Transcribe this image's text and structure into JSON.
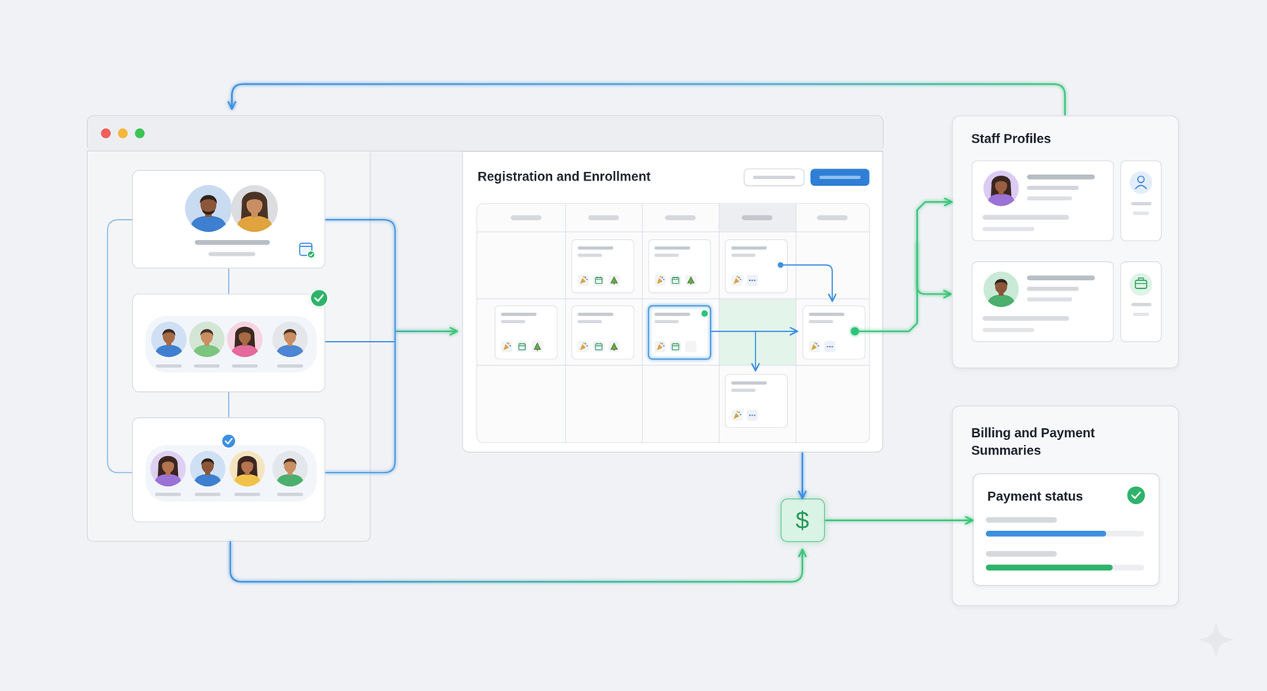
{
  "diagram": {
    "nodes": [
      {
        "text": [
          "Registration and Enrollment"
        ]
      },
      {
        "text": [
          "Staff Profiles"
        ]
      },
      {
        "text": [
          "Billing and Payment Summaries"
        ]
      },
      {
        "text": [
          "Payment status"
        ],
        "in": 2
      },
      {
        "text": [
          "$"
        ]
      }
    ],
    "edges": [
      {
        "from": 0,
        "to": 1,
        "arrow": "to"
      },
      {
        "from": 0,
        "to": 4,
        "arrow": "to"
      },
      {
        "from": 4,
        "to": 3,
        "arrow": "to"
      }
    ]
  }
}
